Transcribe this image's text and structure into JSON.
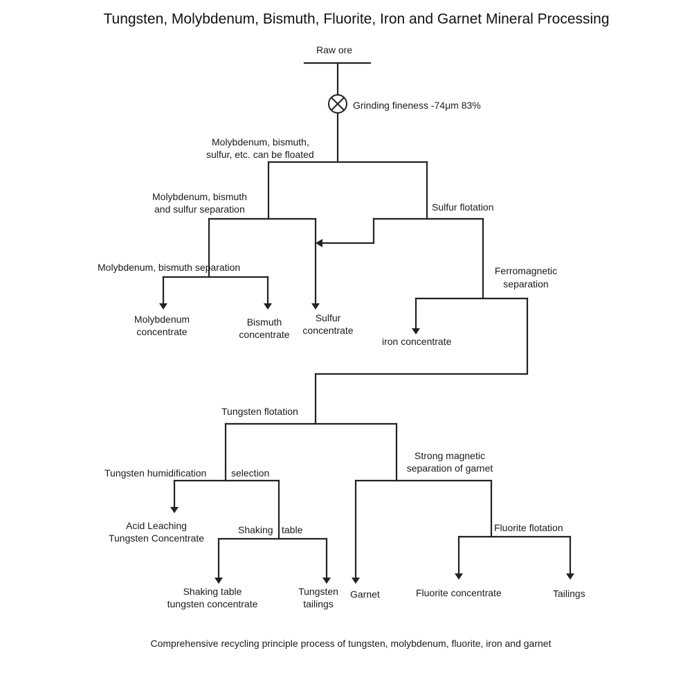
{
  "title": "Tungsten, Molybdenum, Bismuth, Fluorite, Iron and Garnet Mineral Processing",
  "caption": "Comprehensive recycling principle process of tungsten, molybdenum, fluorite, iron and garnet",
  "nodes": {
    "raw_ore": "Raw ore",
    "grinding": "Grinding fineness -74μm 83%",
    "float_line1": "Molybdenum, bismuth,",
    "float_line2": "sulfur, etc. can be floated",
    "mobi_s_sep_line1": "Molybdenum, bismuth",
    "mobi_s_sep_line2": "and sulfur separation",
    "sulfur_flotation": "Sulfur flotation",
    "mobi_sep": "Molybdenum, bismuth separation",
    "ferromag_line1": "Ferromagnetic",
    "ferromag_line2": "separation",
    "mo_conc_line1": "Molybdenum",
    "mo_conc_line2": "concentrate",
    "bi_conc_line1": "Bismuth",
    "bi_conc_line2": "concentrate",
    "s_conc_line1": "Sulfur",
    "s_conc_line2": "concentrate",
    "iron_conc": "iron concentrate",
    "tungsten_flotation": "Tungsten flotation",
    "tungsten_humid": "Tungsten humidification",
    "selection": "selection",
    "strong_mag_line1": "Strong magnetic",
    "strong_mag_line2": "separation of garnet",
    "acid_line1": "Acid Leaching",
    "acid_line2": "Tungsten Concentrate",
    "shaking_table": "Shaking",
    "shaking_table_b": "table",
    "fluorite_flotation": "Fluorite flotation",
    "shaking_conc_line1": "Shaking table",
    "shaking_conc_line2": "tungsten concentrate",
    "w_tail_line1": "Tungsten",
    "w_tail_line2": "tailings",
    "garnet": "Garnet",
    "fluorite_conc": "Fluorite concentrate",
    "tailings": "Tailings"
  }
}
